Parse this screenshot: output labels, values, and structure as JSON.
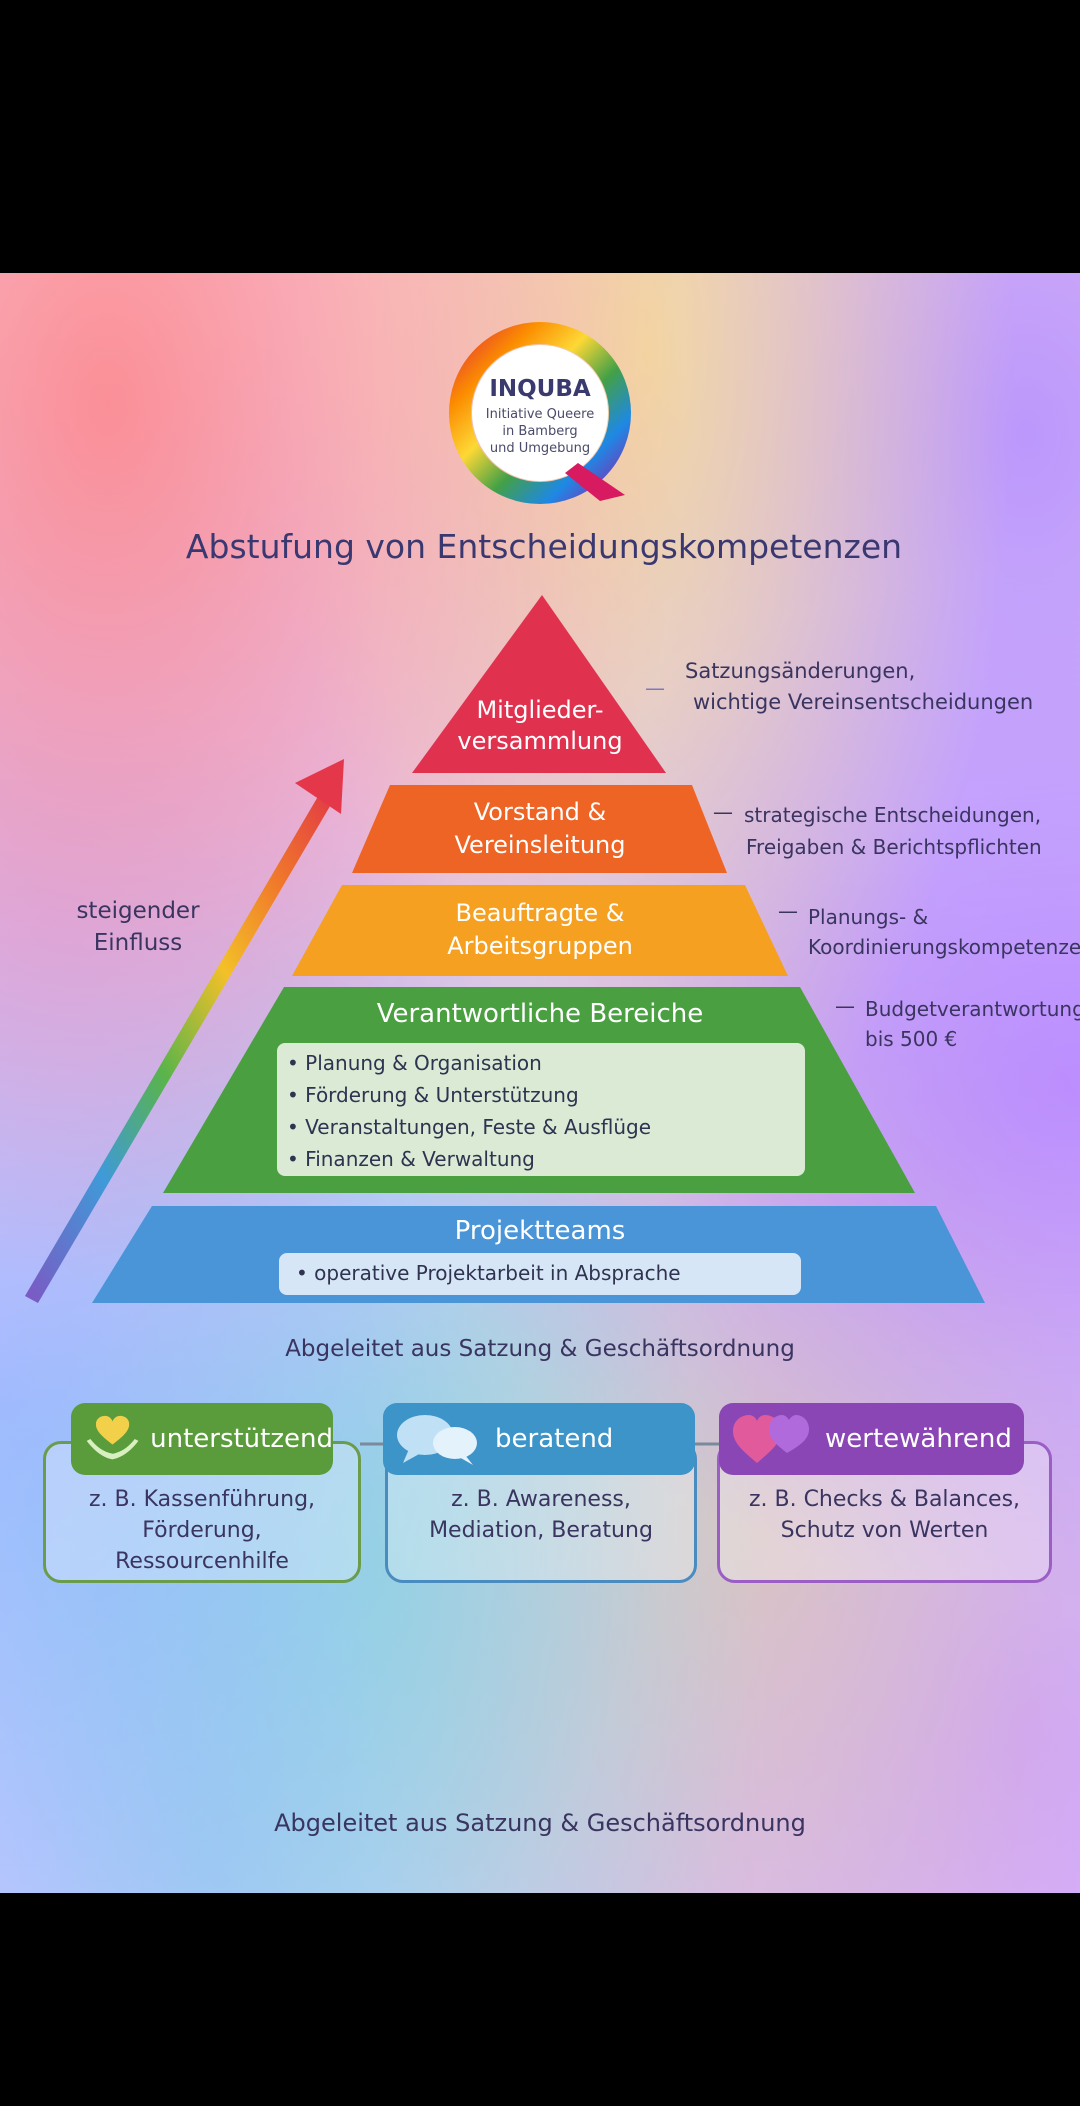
{
  "logo": {
    "name": "INQUBA",
    "line1": "Initiative Queere",
    "line2": "in Bamberg",
    "line3": "und Umgebung"
  },
  "title": "Abstufung von Entscheidungskompetenzen",
  "arrow_label_1": "steigender",
  "arrow_label_2": "Einfluss",
  "levels": [
    {
      "label_1": "Mitglieder-",
      "label_2": "versammlung",
      "note_1": "Satzungsänderungen,",
      "note_2": "wichtige Vereinsentscheidungen",
      "color": "#e0324f"
    },
    {
      "label_1": "Vorstand &",
      "label_2": "Vereinsleitung",
      "note_1": "strategische Entscheidungen,",
      "note_2": "Freigaben & Berichtspflichten",
      "color": "#ee6425"
    },
    {
      "label_1": "Beauftragte &",
      "label_2": "Arbeitsgruppen",
      "note_1": "Planungs- &",
      "note_2": "Koordinierungskompetenzen",
      "color": "#f5a020"
    },
    {
      "label": "Verantwortliche Bereiche",
      "note_1": "Budgetverantwortung",
      "note_2": "bis 500 €",
      "items": [
        "• Planung & Organisation",
        "• Förderung & Unterstützung",
        "• Veranstaltungen, Feste & Ausflüge",
        "• Finanzen & Verwaltung"
      ],
      "color": "#4aa040"
    },
    {
      "label": "Projektteams",
      "item": "• operative Projektarbeit in Absprache",
      "color": "#4a94d8"
    }
  ],
  "derived_text": "Abgeleitet aus Satzung & Geschäftsordnung",
  "roles": [
    {
      "label": "unterstützend",
      "icon": "heart-in-hands-icon",
      "lines": [
        "z. B. Kassenführung,",
        "Förderung,",
        "Ressourcenhilfe"
      ],
      "color": "#5a9c3c"
    },
    {
      "label": "beratend",
      "icon": "speech-bubbles-icon",
      "lines": [
        "z. B. Awareness,",
        "Mediation, Beratung"
      ],
      "color": "#3c94c8"
    },
    {
      "label": "wertewährend",
      "icon": "hearts-icon",
      "lines": [
        "z. B. Checks & Balances,",
        "Schutz von Werten"
      ],
      "color": "#8a46b4"
    }
  ],
  "footer": "Abgeleitet aus Satzung & Geschäftsordnung"
}
